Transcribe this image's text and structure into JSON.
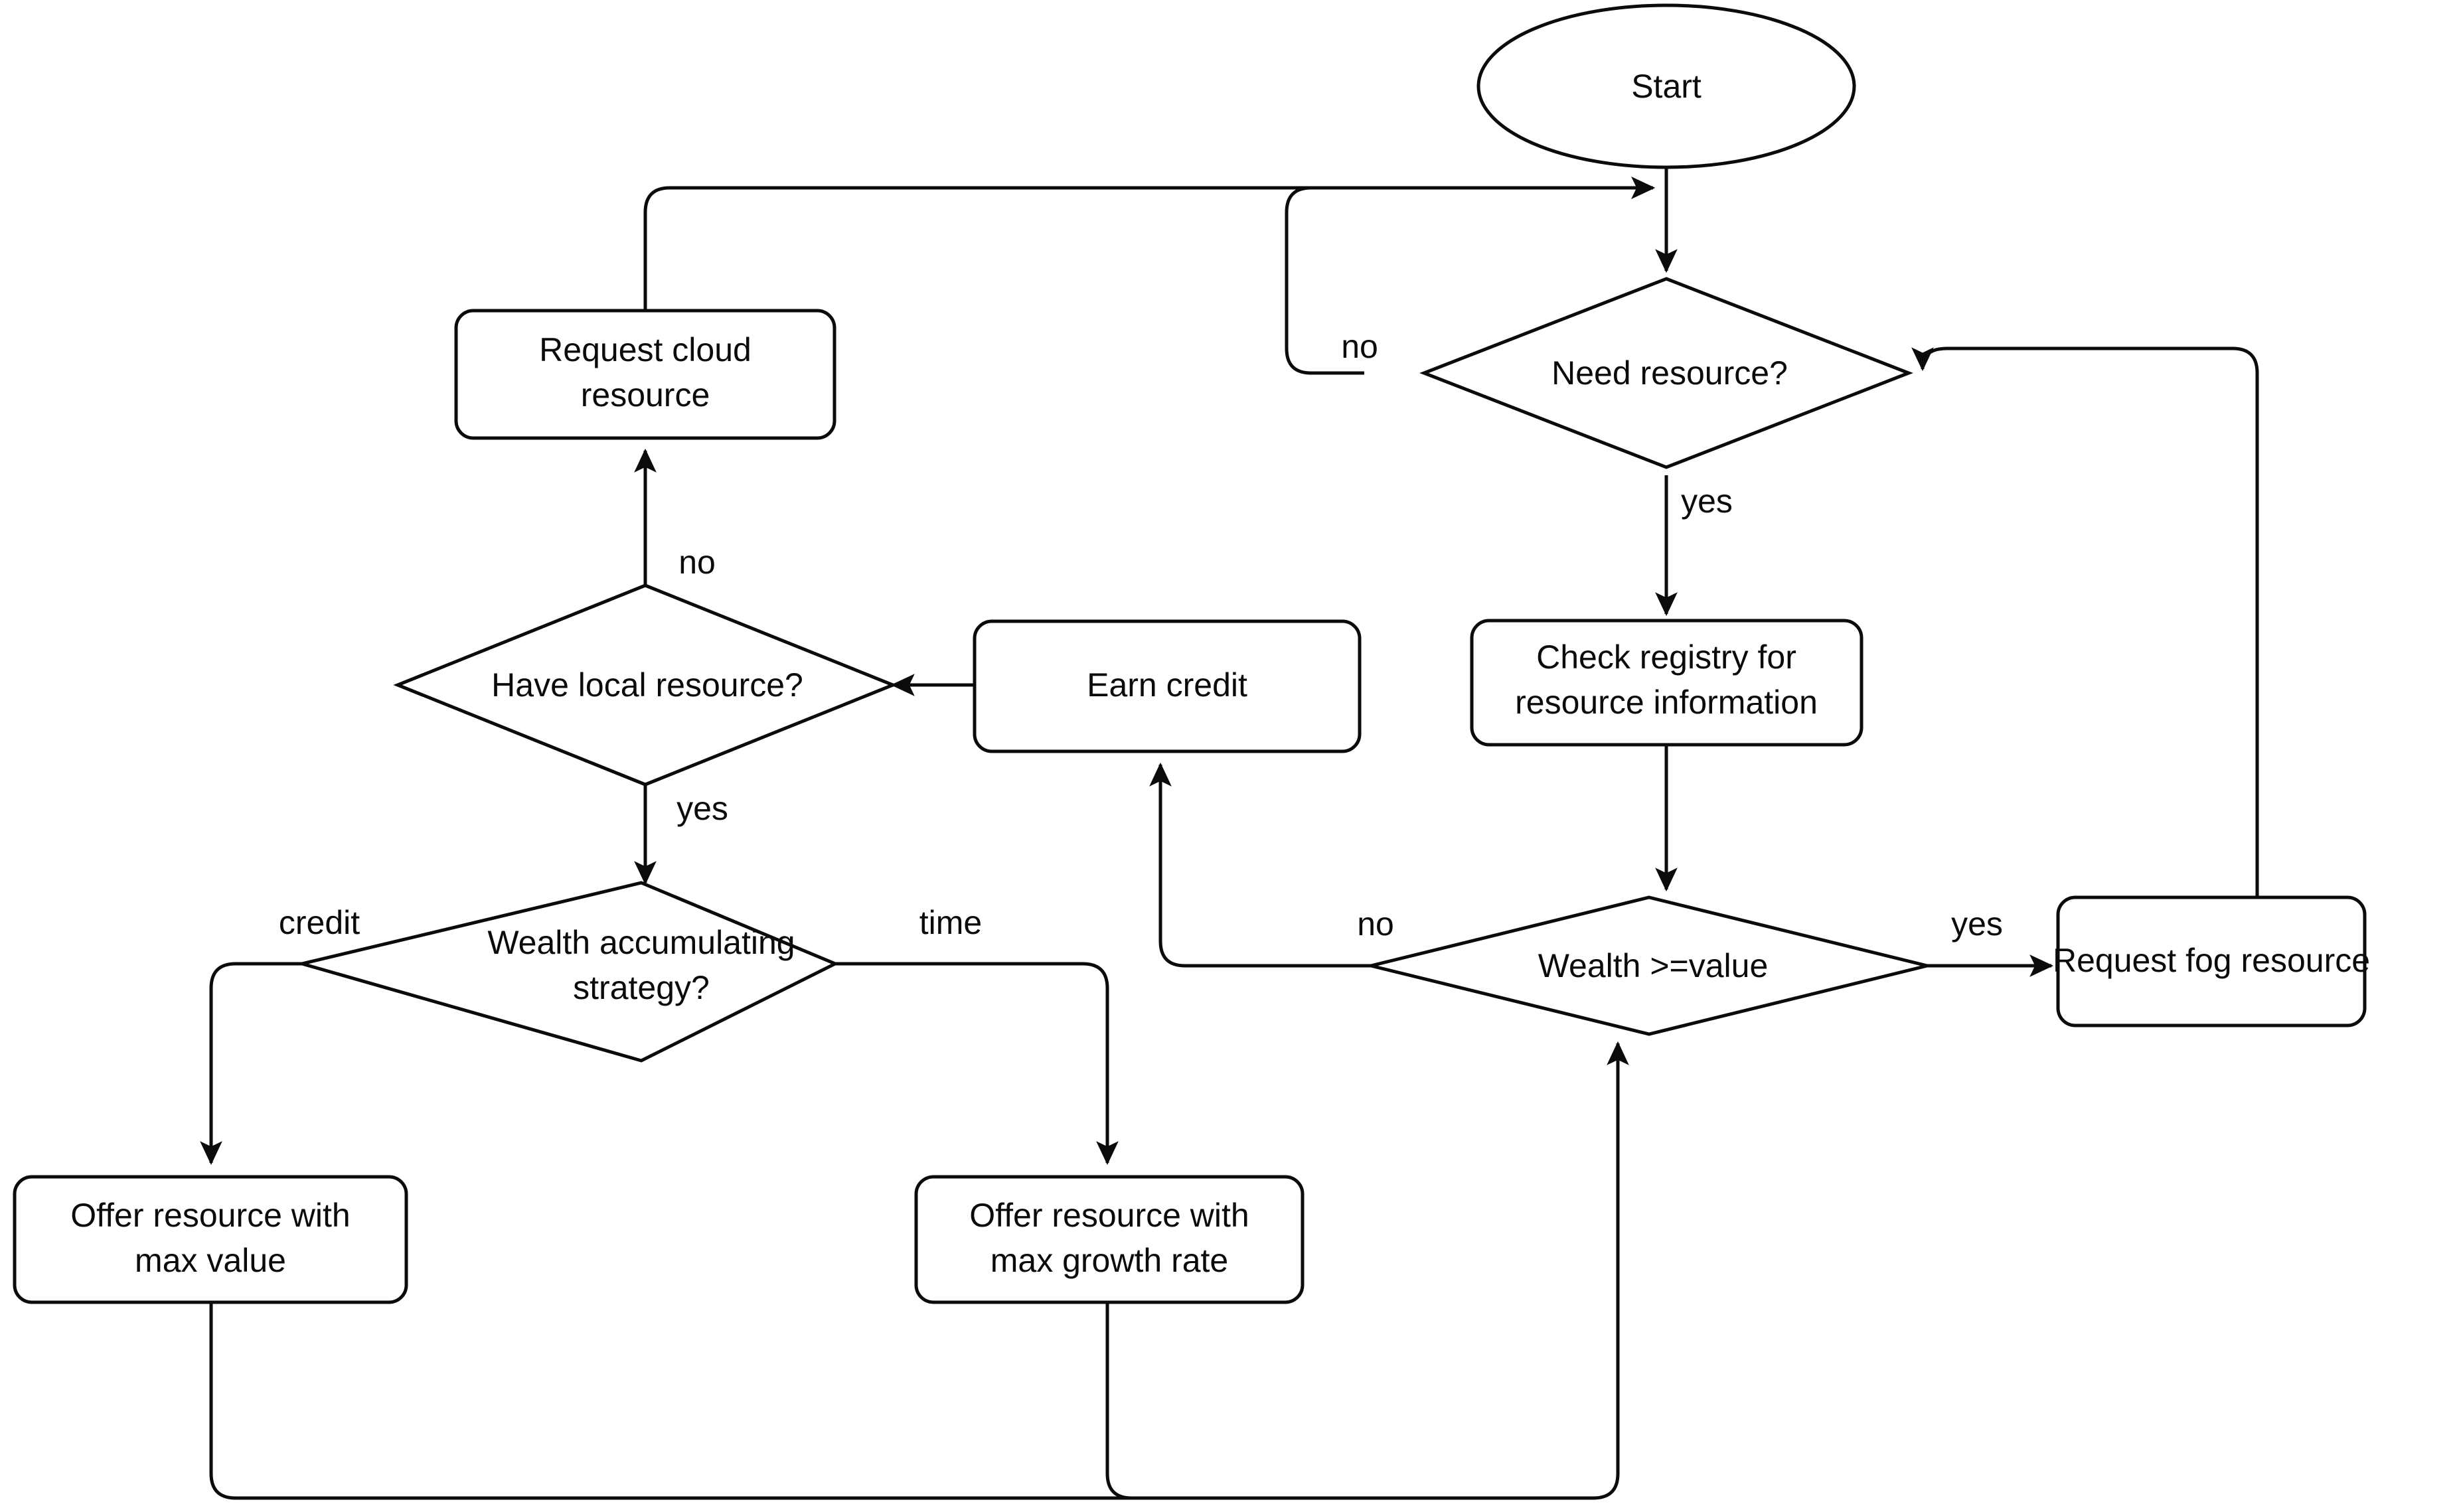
{
  "diagram": {
    "title": "Resource request and wealth accumulation flowchart",
    "background_color": "#ffffff",
    "stroke_color": "#0b0b0b",
    "fill_color": "#ffffff",
    "nodes": {
      "start": {
        "label": "Start",
        "shape": "ellipse"
      },
      "need_resource": {
        "label": "Need resource?",
        "shape": "diamond"
      },
      "check_registry": {
        "label_line1": "Check registry for",
        "label_line2": "resource information",
        "shape": "rounded-rect"
      },
      "wealth_value": {
        "label": "Wealth >=value",
        "shape": "diamond"
      },
      "request_fog": {
        "label": "Request fog resource",
        "shape": "rounded-rect"
      },
      "request_cloud": {
        "label_line1": "Request cloud",
        "label_line2": "resource",
        "shape": "rounded-rect"
      },
      "have_local": {
        "label": "Have local resource?",
        "shape": "diamond"
      },
      "earn_credit": {
        "label": "Earn credit",
        "shape": "rounded-rect"
      },
      "wealth_strategy": {
        "label_line1": "Wealth accumulating",
        "label_line2": "strategy?",
        "shape": "diamond"
      },
      "offer_max_value": {
        "label_line1": "Offer resource with",
        "label_line2": "max value",
        "shape": "rounded-rect"
      },
      "offer_max_growth": {
        "label_line1": "Offer resource with",
        "label_line2": "max growth rate",
        "shape": "rounded-rect"
      }
    },
    "edge_labels": {
      "need_no": "no",
      "need_yes": "yes",
      "wealth_no": "no",
      "wealth_yes": "yes",
      "local_no": "no",
      "local_yes": "yes",
      "strategy_credit": "credit",
      "strategy_time": "time"
    }
  }
}
